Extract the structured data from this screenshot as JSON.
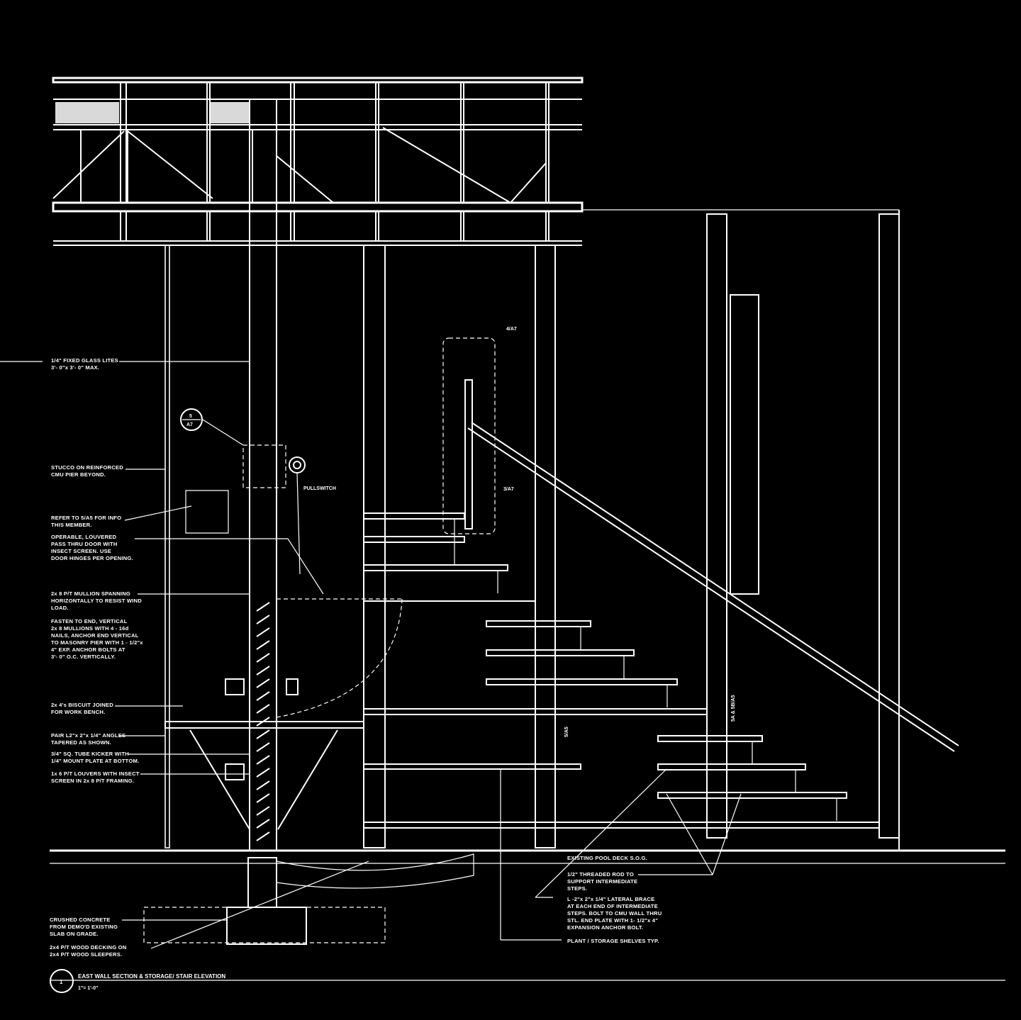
{
  "drawing": {
    "title": "EAST WALL SECTION & STORAGE/ STAIR ELEVATION",
    "scale": "1\"= 1'-0\"",
    "number": "1"
  },
  "left_notes": [
    [
      "1/4\" FIXED GLASS LITES",
      "3'- 0\"x 3'- 0\" MAX."
    ],
    [
      "STUCCO ON REINFORCED",
      "CMU PIER BEYOND."
    ],
    [
      "REFER TO 5/A5 FOR INFO",
      "THIS MEMBER."
    ],
    [
      "OPERABLE, LOUVERED",
      "PASS THRU DOOR WITH",
      "INSECT SCREEN.  USE",
      "DOOR HINGES PER OPENING."
    ],
    [
      "2x 8 P/T MULLION SPANNING",
      "HORIZONTALLY TO RESIST WIND",
      "LOAD."
    ],
    [
      "FASTEN TO END, VERTICAL",
      "2x 8 MULLIONS WITH 4 - 16d",
      "NAILS, ANCHOR END VERTICAL",
      "TO MASONRY PIER WITH 1 - 1/2\"x",
      "4\" EXP. ANCHOR BOLTS AT",
      "3'- 0\" O.C. VERTICALLY."
    ],
    [
      "2x 4's BISCUIT JOINED",
      "FOR WORK BENCH."
    ],
    [
      "PAIR L2\"x 2\"x 1/4\" ANGLES",
      "TAPERED AS SHOWN."
    ],
    [
      "3/4\" SQ. TUBE KICKER WITH",
      "1/4\" MOUNT PLATE AT BOTTOM."
    ],
    [
      "1x 6 P/T LOUVERS WITH INSECT",
      "SCREEN IN 2x 8 P/T FRAMING."
    ]
  ],
  "bottom_left_notes": [
    [
      "CRUSHED CONCRETE",
      "FROM DEMO'D EXISTING",
      "SLAB ON GRADE."
    ],
    [
      "2x4 P/T WOOD DECKING ON",
      "2x4 P/T WOOD SLEEPERS."
    ]
  ],
  "bottom_right_notes": [
    [
      "EXISTING POOL DECK  S.O.G."
    ],
    [
      "1/2\" THREADED ROD TO",
      "SUPPORT INTERMEDIATE",
      "STEPS."
    ],
    [
      "L -2\"x 2\"x 1/4\" LATERAL BRACE",
      "AT EACH END OF INTERMEDIATE",
      "STEPS.  BOLT TO CMU WALL THRU",
      "STL. END PLATE WITH 1- 1/2\"x 4\"",
      "EXPANSION ANCHOR BOLT."
    ],
    [
      "PLANT / STORAGE SHELVES  TYP."
    ]
  ],
  "tags": {
    "pullswitch": "PULLSWITCH",
    "detail_4_a7": "4/A7",
    "detail_3_a7": "3/A7",
    "detail_5_a5": "5/A5",
    "detail_5a_5b": "5A & 5B/A5",
    "bubble_top": "5",
    "bubble_bottom": "A7"
  }
}
